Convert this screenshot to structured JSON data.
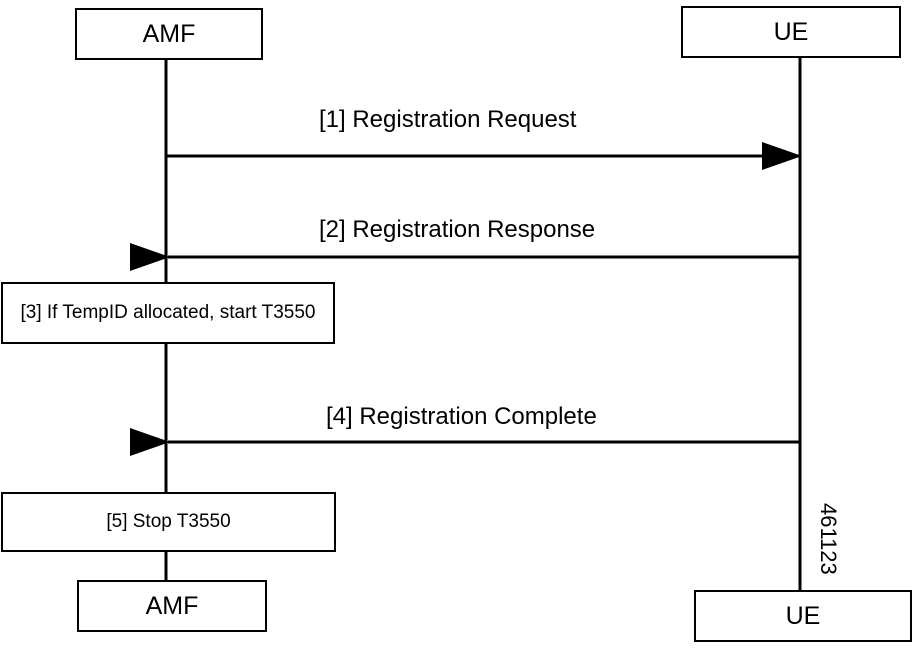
{
  "participants": {
    "amf_top": "AMF",
    "ue_top": "UE",
    "amf_bottom": "AMF",
    "ue_bottom": "UE"
  },
  "messages": [
    {
      "label": "[1] Registration Request",
      "direction": "AMF to UE"
    },
    {
      "label": "[2] Registration Response",
      "direction": "UE to AMF"
    },
    {
      "label": "[4] Registration Complete",
      "direction": "UE to AMF"
    }
  ],
  "steps": [
    {
      "label": "[3] If TempID allocated, start T3550"
    },
    {
      "label": "[5] Stop T3550"
    }
  ],
  "figure_id": "461123"
}
